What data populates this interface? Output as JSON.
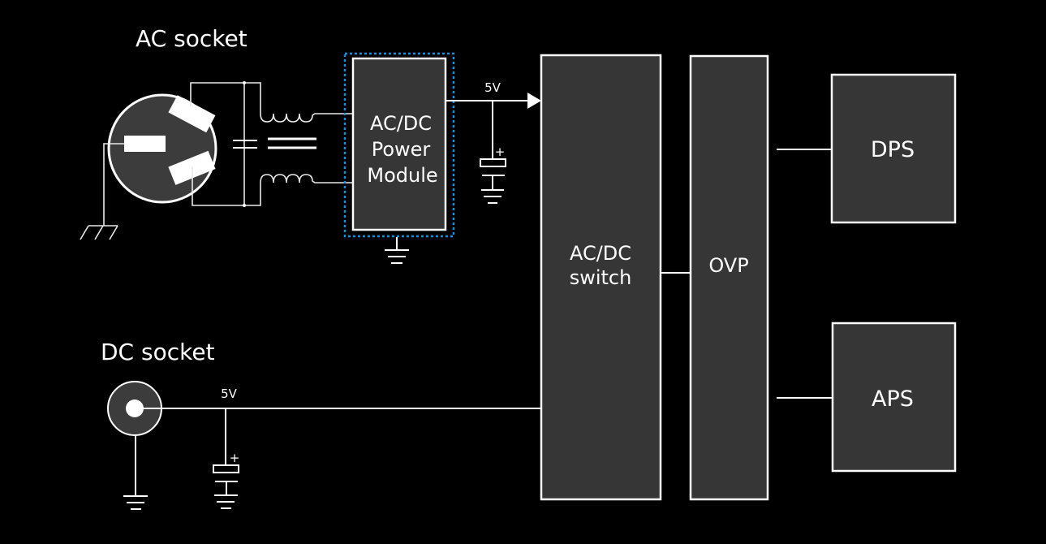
{
  "diagram": {
    "title": "Power supply block diagram",
    "colors": {
      "background": "#000000",
      "block_fill": "#363636",
      "stroke": "#ffffff",
      "socket_fill": "#3c3c3c",
      "highlight_dashed": "#1e8fd6"
    },
    "sources": {
      "ac_socket": {
        "label": "AC socket"
      },
      "dc_socket": {
        "label": "DC socket"
      }
    },
    "blocks": {
      "power_module": {
        "line1": "AC/DC",
        "line2": "Power",
        "line3": "Module"
      },
      "acdc_switch": {
        "line1": "AC/DC",
        "line2": "switch"
      },
      "ovp": {
        "label": "OVP"
      },
      "dps": {
        "label": "DPS"
      },
      "aps": {
        "label": "APS"
      }
    },
    "rails": {
      "ac_rail_voltage": "5V",
      "dc_rail_voltage": "5V"
    },
    "capacitor_polarity": "+",
    "connections": [
      {
        "from": "AC socket",
        "to": "AC/DC Power Module",
        "via": "EMI filter (X cap + common-mode choke)"
      },
      {
        "from": "AC/DC Power Module",
        "to": "AC/DC switch",
        "label": "5V"
      },
      {
        "from": "DC socket",
        "to": "AC/DC switch",
        "label": "5V"
      },
      {
        "from": "AC/DC switch",
        "to": "OVP"
      },
      {
        "from": "OVP",
        "to": "DPS"
      },
      {
        "from": "OVP",
        "to": "APS"
      }
    ]
  }
}
